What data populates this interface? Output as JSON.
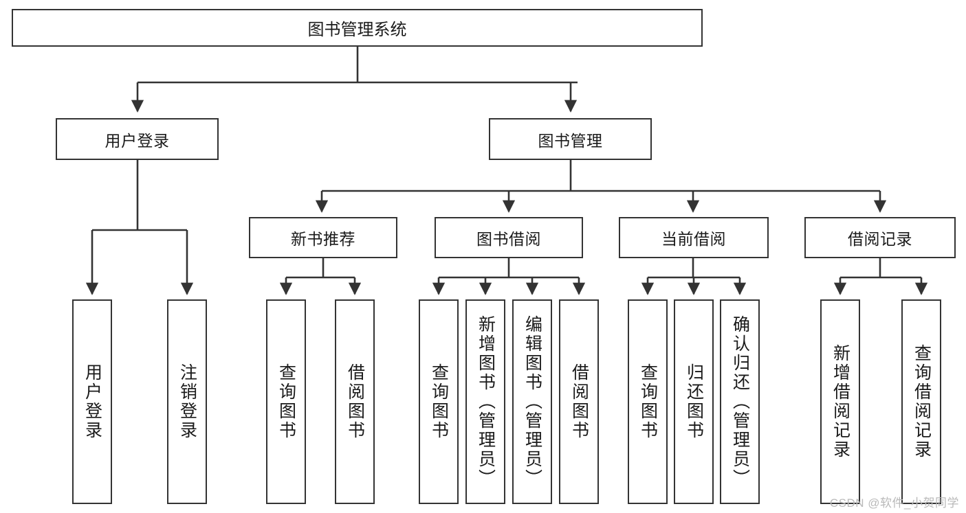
{
  "diagram": {
    "title": "图书管理系统",
    "type": "tree-hierarchy-diagram",
    "watermark": "CSDN @软件_小贺同学",
    "colors": {
      "box_border": "#333333",
      "box_fill": "#ffffff",
      "connector": "#333333",
      "text": "#1a1a1a",
      "watermark": "#b9b9b9"
    },
    "root": {
      "label": "图书管理系统",
      "orientation": "horizontal"
    },
    "level1": [
      {
        "id": "user-login",
        "label": "用户登录",
        "orientation": "horizontal"
      },
      {
        "id": "book-management",
        "label": "图书管理",
        "orientation": "horizontal"
      }
    ],
    "level2": [
      {
        "id": "new-book-recommend",
        "label": "新书推荐",
        "orientation": "horizontal",
        "parent": "book-management"
      },
      {
        "id": "book-borrow",
        "label": "图书借阅",
        "orientation": "horizontal",
        "parent": "book-management"
      },
      {
        "id": "current-borrow",
        "label": "当前借阅",
        "orientation": "horizontal",
        "parent": "book-management"
      },
      {
        "id": "borrow-record",
        "label": "借阅记录",
        "orientation": "horizontal",
        "parent": "book-management"
      }
    ],
    "leaves": [
      {
        "id": "leaf-user-login",
        "label": "用户登录",
        "orientation": "vertical",
        "parent": "user-login"
      },
      {
        "id": "leaf-user-logout",
        "label": "注销登录",
        "orientation": "vertical",
        "parent": "user-login"
      },
      {
        "id": "leaf-query-book-1",
        "label": "查询图书",
        "orientation": "vertical",
        "parent": "new-book-recommend"
      },
      {
        "id": "leaf-borrow-book-1",
        "label": "借阅图书",
        "orientation": "vertical",
        "parent": "new-book-recommend"
      },
      {
        "id": "leaf-query-book-2",
        "label": "查询图书",
        "orientation": "vertical",
        "parent": "book-borrow"
      },
      {
        "id": "leaf-add-book",
        "label": "新增图书（管理员）",
        "orientation": "vertical",
        "parent": "book-borrow"
      },
      {
        "id": "leaf-edit-book",
        "label": "编辑图书（管理员）",
        "orientation": "vertical",
        "parent": "book-borrow"
      },
      {
        "id": "leaf-borrow-book-2",
        "label": "借阅图书",
        "orientation": "vertical",
        "parent": "book-borrow"
      },
      {
        "id": "leaf-query-book-3",
        "label": "查询图书",
        "orientation": "vertical",
        "parent": "current-borrow"
      },
      {
        "id": "leaf-return-book",
        "label": "归还图书",
        "orientation": "vertical",
        "parent": "current-borrow"
      },
      {
        "id": "leaf-confirm-return",
        "label": "确认归还（管理员）",
        "orientation": "vertical",
        "parent": "current-borrow"
      },
      {
        "id": "leaf-add-record",
        "label": "新增借阅记录",
        "orientation": "vertical",
        "parent": "borrow-record"
      },
      {
        "id": "leaf-query-record",
        "label": "查询借阅记录",
        "orientation": "vertical",
        "parent": "borrow-record"
      }
    ]
  }
}
